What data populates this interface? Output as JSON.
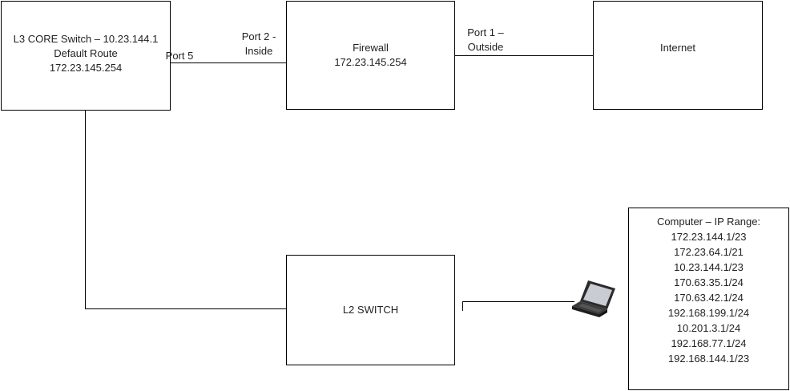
{
  "core_switch": {
    "line1": "L3 CORE Switch – 10.23.144.1",
    "line2": "Default Route",
    "line3": "172.23.145.254"
  },
  "labels": {
    "port5": "Port 5",
    "port2_line1": "Port 2 -",
    "port2_line2": "Inside",
    "port1_line1": "Port 1 –",
    "port1_line2": "Outside"
  },
  "firewall": {
    "line1": "Firewall",
    "line2": "172.23.145.254"
  },
  "internet": {
    "label": "Internet"
  },
  "l2_switch": {
    "label": "L2 SWITCH"
  },
  "ip_range": {
    "title": "Computer – IP Range:",
    "items": [
      "172.23.144.1/23",
      "172.23.64.1/21",
      "10.23.144.1/23",
      "170.63.35.1/24",
      "170.63.42.1/24",
      "192.168.199.1/24",
      "10.201.3.1/24",
      "192.168.77.1/24",
      "192.168.144.1/23"
    ]
  },
  "colors": {
    "line": "#000000",
    "text": "#222222",
    "laptop_body": "#2b2b2b",
    "laptop_screen": "#c9ccd2"
  },
  "icons": {
    "laptop": "laptop-icon"
  }
}
